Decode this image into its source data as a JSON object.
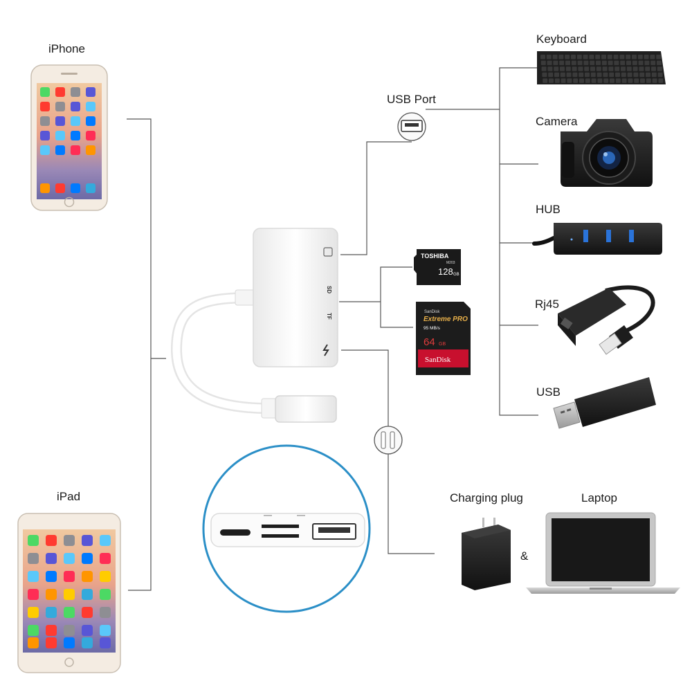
{
  "labels": {
    "iphone": "iPhone",
    "ipad": "iPad",
    "usb_port": "USB Port",
    "keyboard": "Keyboard",
    "camera": "Camera",
    "hub": "HUB",
    "rj45": "Rj45",
    "usb": "USB",
    "charging_plug": "Charging plug",
    "laptop": "Laptop",
    "ampersand": "&"
  },
  "adapter_port_marks": {
    "sd": "SD",
    "tf": "TF"
  },
  "microsd_card": {
    "brand": "TOSHIBA",
    "model": "M203",
    "capacity": "128",
    "unit": "GB"
  },
  "sd_card": {
    "brand_small": "SanDisk",
    "series": "Extreme PRO",
    "speed": "95 MB/s",
    "capacity": "64",
    "unit": "GB",
    "brand": "SanDisk"
  },
  "colors": {
    "connector_line": "#555555",
    "highlight_circle": "#2b8fc7",
    "device_dark": "#1e1e1e",
    "sd_red": "#c8102e"
  }
}
